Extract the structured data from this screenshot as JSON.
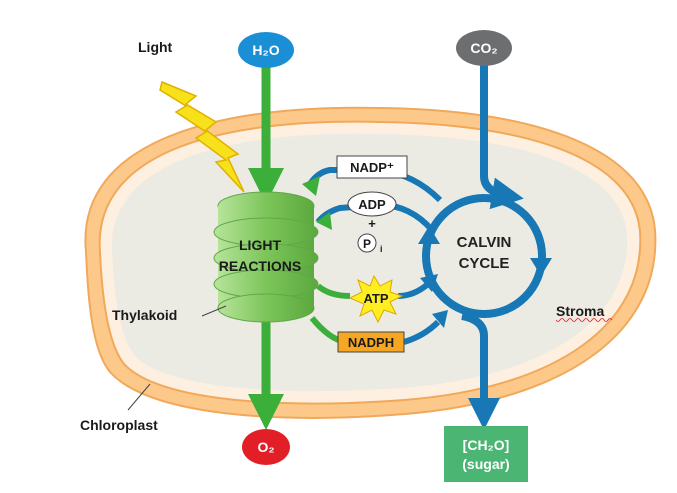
{
  "labels": {
    "light": "Light",
    "water": "H₂O",
    "co2": "CO₂",
    "nadp_plus": "NADP⁺",
    "adp": "ADP",
    "plus": "+",
    "pi_letter": "P",
    "pi_subscript": "i",
    "light_reactions_line1": "LIGHT",
    "light_reactions_line2": "REACTIONS",
    "calvin_line1": "CALVIN",
    "calvin_line2": "CYCLE",
    "atp": "ATP",
    "nadph": "NADPH",
    "thylakoid": "Thylakoid",
    "stroma": "Stroma",
    "chloroplast": "Chloroplast",
    "oxygen": "O₂",
    "sugar_line1": "[CH₂O]",
    "sugar_line2": "(sugar)"
  },
  "colors": {
    "green_arrow": "#3cae3a",
    "blue_arrow": "#1778b5",
    "water_bubble": "#1a8fd6",
    "co2_bubble": "#6d6e70",
    "oxygen_bubble": "#e21f26",
    "sugar_box": "#4bb673",
    "atp_burst": "#ffee22",
    "nadph_box": "#f5a623",
    "chloroplast_outer": "#fcc98a",
    "stroma_fill": "#ecebe3",
    "lightning": "#f7e11b",
    "thylakoid": "#8ccf6a"
  },
  "icons": {
    "lightning": "lightning-bolt-icon",
    "atp": "starburst-icon"
  }
}
